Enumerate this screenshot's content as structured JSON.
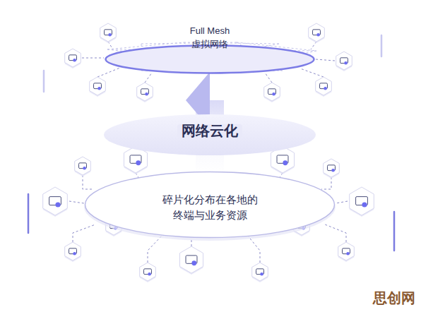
{
  "diagram": {
    "nodes": [
      {
        "text": [
          "Full Mesh",
          "虚拟网络"
        ]
      },
      {
        "text": [
          "网络云化"
        ]
      },
      {
        "text": [
          "碎片化分布在各地的 终端与业务资源"
        ]
      }
    ],
    "edges": [
      {
        "from": 2,
        "to": 0,
        "arrow": "to"
      }
    ],
    "labels": [
      "思创网"
    ]
  }
}
